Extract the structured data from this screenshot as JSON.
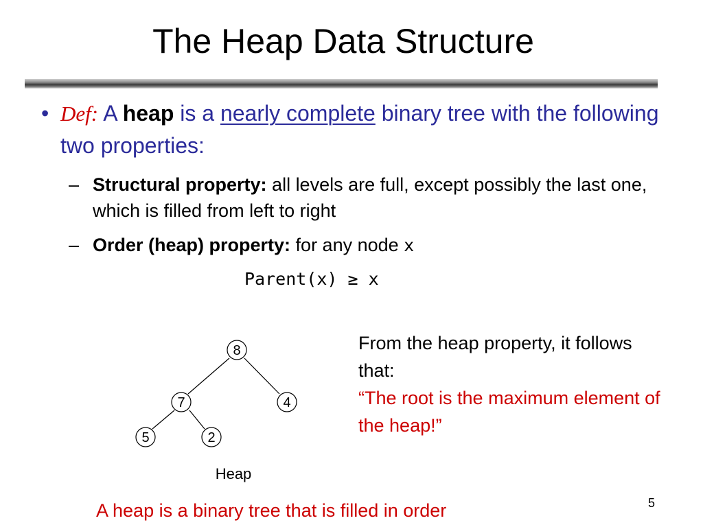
{
  "slide": {
    "title": "The Heap Data Structure",
    "page_number": "5"
  },
  "definition": {
    "bullet": "•",
    "def_label": "Def:",
    "text_a": " A ",
    "keyword": "heap",
    "text_is_a": " is a ",
    "underlined": "nearly complete",
    "text_rest": " binary tree with the following two properties:"
  },
  "properties": [
    {
      "dash": "–",
      "label": "Structural property:",
      "text": " all levels are full, except possibly the last one, which is filled from left to right"
    },
    {
      "dash": "–",
      "label": "Order (heap) property:",
      "text": " for any node ",
      "var": "x"
    }
  ],
  "formula": "Parent(x) ≥ x",
  "tree": {
    "caption": "Heap",
    "nodes": [
      "8",
      "7",
      "4",
      "5",
      "2"
    ]
  },
  "side_note": {
    "text": "From the heap property, it follows that:",
    "quote": "“The root is the maximum element of the heap!”"
  },
  "bottom_note": "A heap is a binary tree that is filled in order",
  "colors": {
    "bullet_text": "#2b2b9a",
    "accent_red": "#cc0000",
    "body_text": "#000000"
  }
}
